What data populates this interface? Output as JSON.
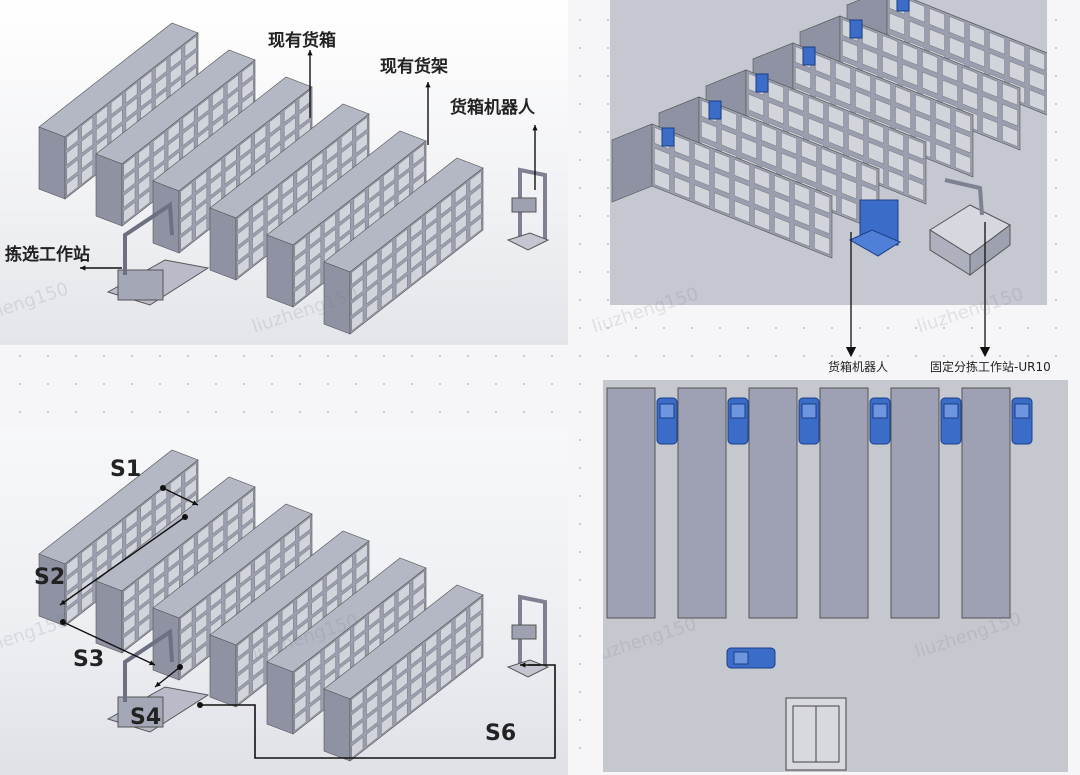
{
  "top_left": {
    "labels": {
      "existing_bins": "现有货箱",
      "existing_shelves": "现有货架",
      "bin_robot": "货箱机器人",
      "picking_station": "拣选工作站"
    }
  },
  "top_right": {
    "labels": {
      "bin_robot": "货箱机器人",
      "fixed_station": "固定分拣工作站-UR10"
    }
  },
  "bottom_left": {
    "steps": [
      "S1",
      "S2",
      "S3",
      "S4",
      "S6"
    ]
  },
  "colors": {
    "shelf": "#9a9eae",
    "robot_blue": "#3a6cc8"
  },
  "watermark": "liuzheng150"
}
